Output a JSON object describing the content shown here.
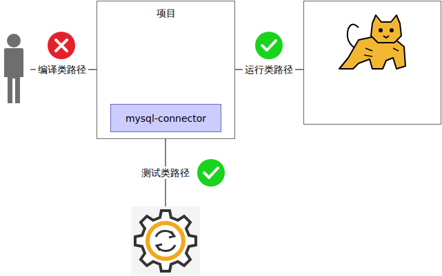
{
  "diagram": {
    "nodes": [
      {
        "text": [
          "项目"
        ]
      },
      {
        "text": [
          "mysql-connector"
        ],
        "in": 0
      }
    ],
    "labels": [
      "编译类路径",
      "运行类路径",
      "测试类路径"
    ]
  }
}
